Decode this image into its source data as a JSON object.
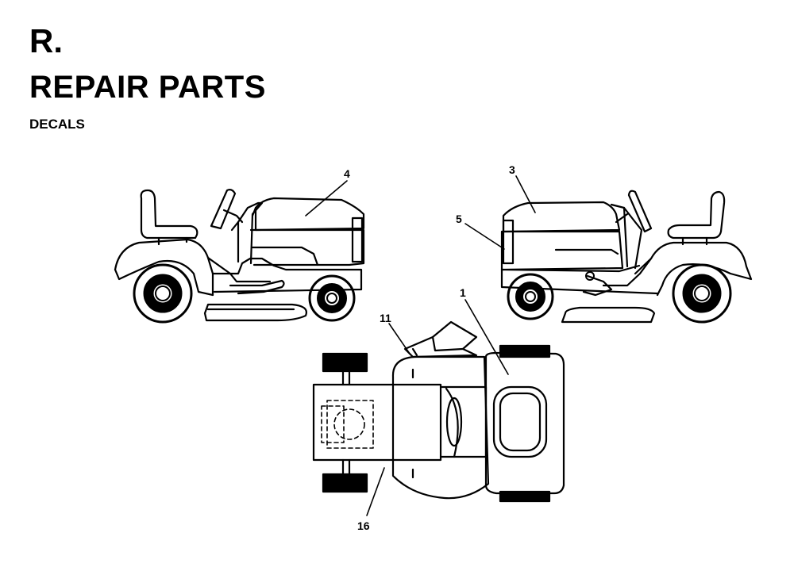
{
  "header": {
    "section_letter": "R.",
    "title": "REPAIR PARTS",
    "subtitle": "DECALS"
  },
  "callouts": {
    "c1": "1",
    "c3": "3",
    "c4": "4",
    "c5": "5",
    "c11": "11",
    "c16": "16"
  },
  "views": {
    "left_side": "tractor-side-view-left",
    "right_side": "tractor-side-view-right",
    "top": "tractor-top-view"
  }
}
